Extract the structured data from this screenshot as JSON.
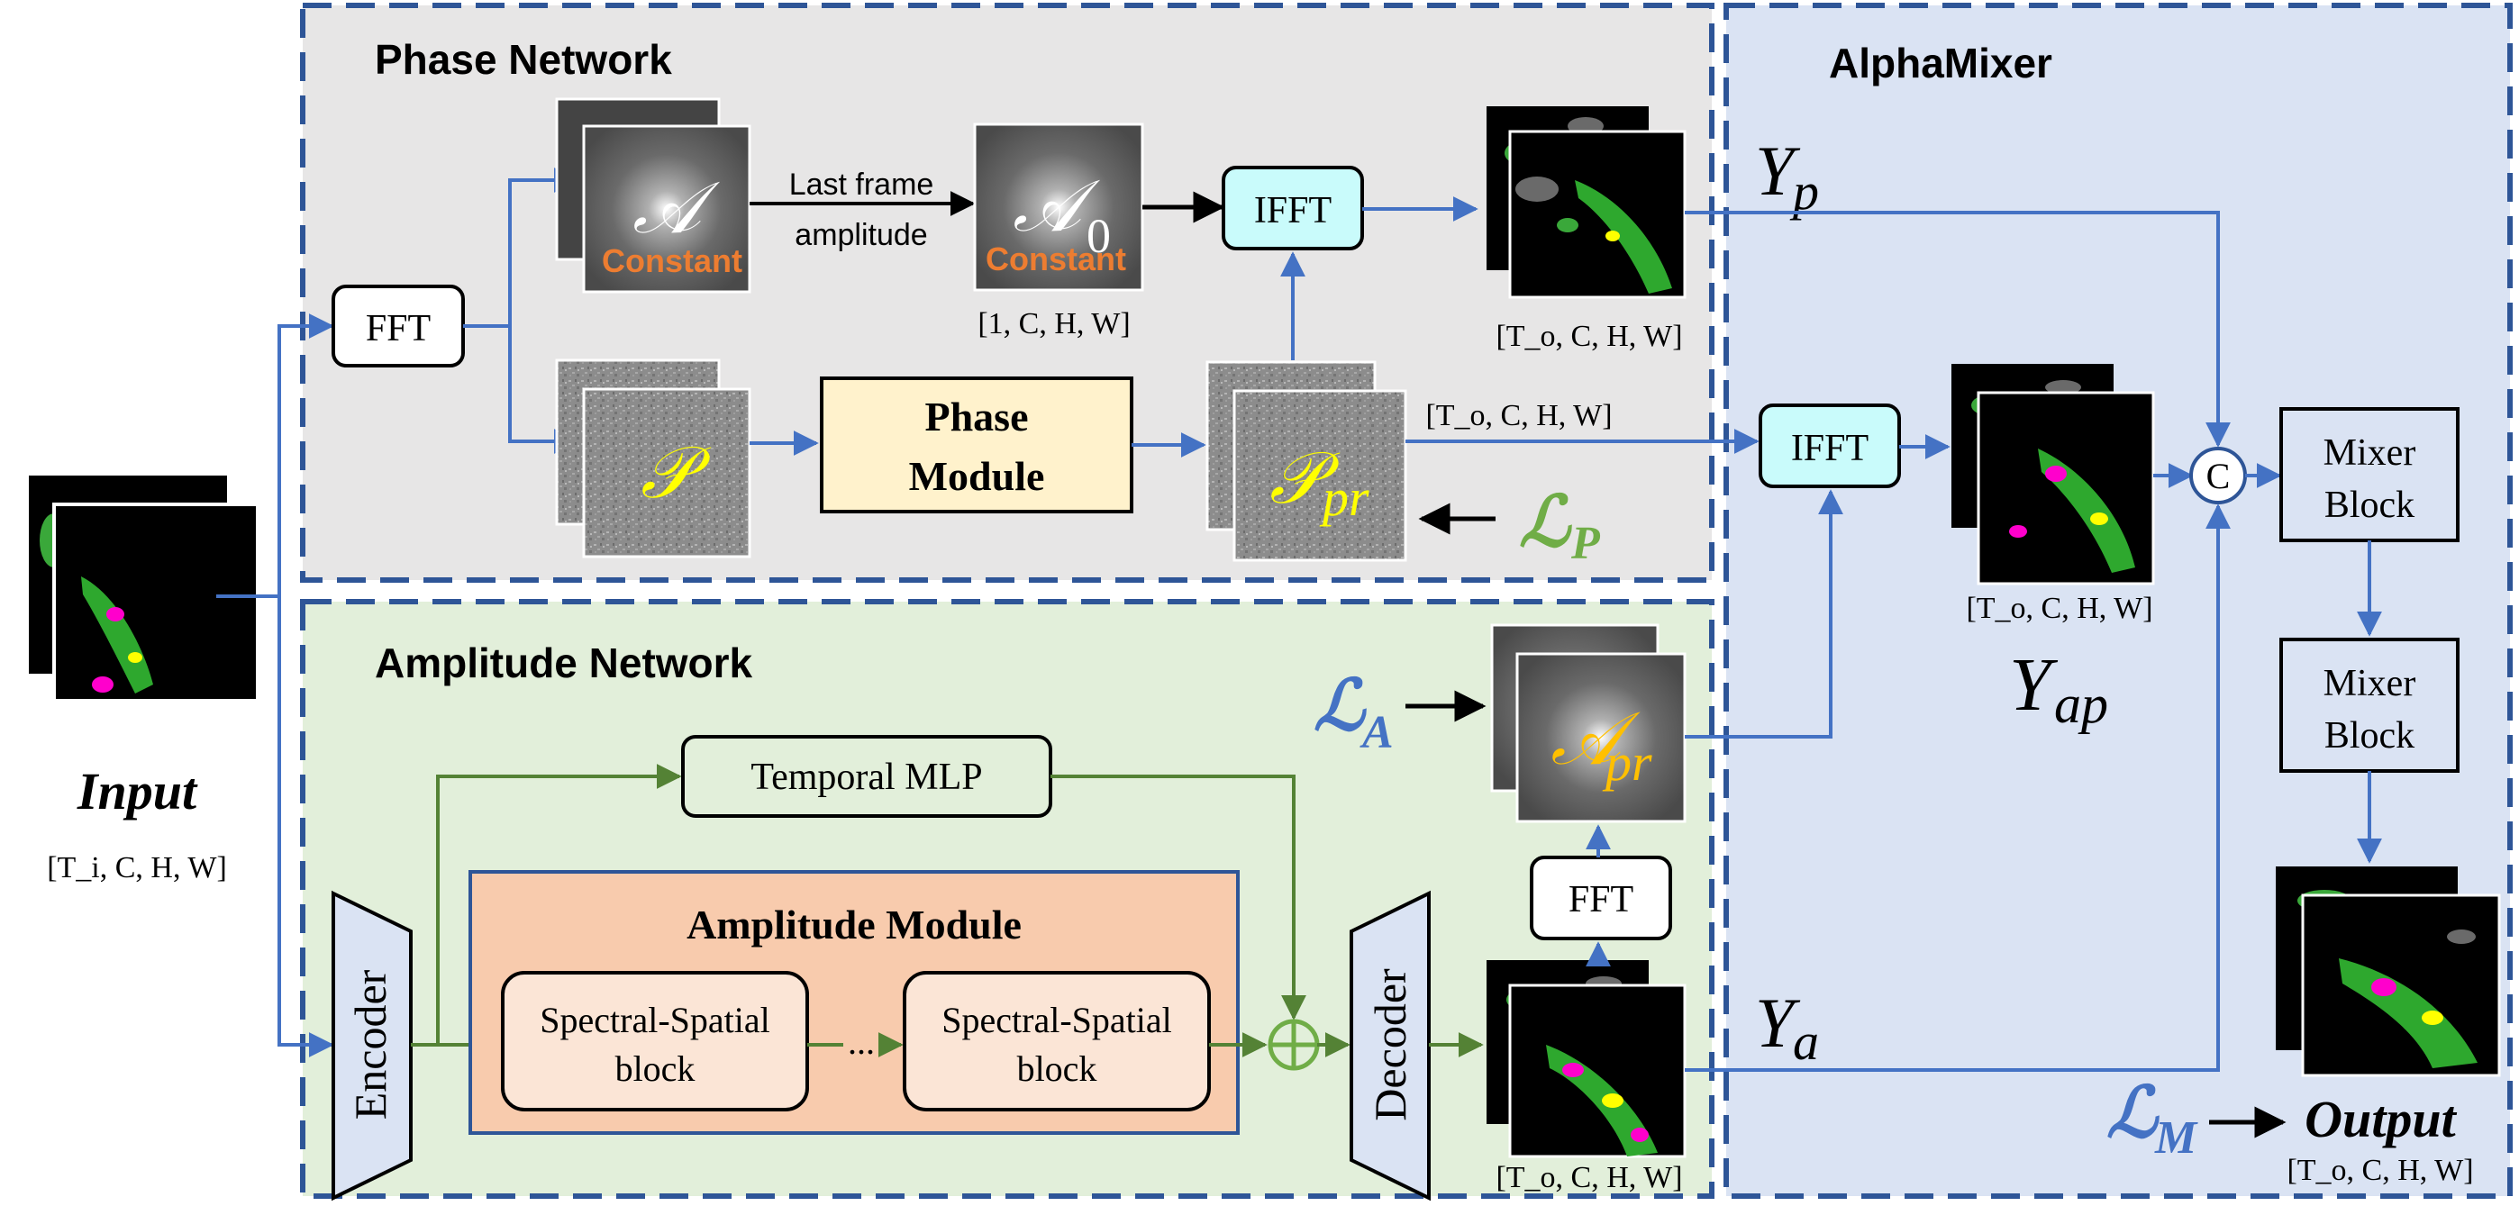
{
  "panels": {
    "phase_title": "Phase Network",
    "amplitude_title": "Amplitude Network",
    "alphamixer_title": "AlphaMixer"
  },
  "input": {
    "label": "Input",
    "shape": "[T_i, C, H, W]"
  },
  "output": {
    "label": "Output",
    "shape": "[T_o, C, H, W]"
  },
  "phase": {
    "fft": "FFT",
    "ifft": "IFFT",
    "module_line1": "Phase",
    "module_line2": "Module",
    "amp_symbol": "𝒜",
    "amp0_symbol": "𝒜",
    "amp0_sub": "0",
    "constant": "Constant",
    "constant2": "Constant",
    "last_frame_line1": "Last frame",
    "last_frame_line2": "amplitude",
    "amp0_shape": "[1, C, H, W]",
    "phase_symbol": "𝒫",
    "phase_pr_symbol": "𝒫",
    "phase_pr_sub": "pr",
    "phase_pr_shape": "[T_o, C, H, W]",
    "yp_shape": "[T_o, C, H, W]",
    "loss_p": "ℒ",
    "loss_p_sub": "P"
  },
  "amplitude": {
    "temporal_mlp": "Temporal MLP",
    "module_title": "Amplitude Module",
    "block1_line1": "Spectral-Spatial",
    "block1_line2": "block",
    "block2_line1": "Spectral-Spatial",
    "block2_line2": "block",
    "ellipsis": "...",
    "encoder": "Encoder",
    "decoder": "Decoder",
    "fft": "FFT",
    "amp_pr_symbol": "𝒜",
    "amp_pr_sub": "pr",
    "ya_shape": "[T_o, C, H, W]",
    "loss_a": "ℒ",
    "loss_a_sub": "A"
  },
  "mixer": {
    "ifft": "IFFT",
    "concat": "C",
    "block1_line1": "Mixer",
    "block1_line2": "Block",
    "block2_line1": "Mixer",
    "block2_line2": "Block",
    "yap_shape": "[T_o, C, H, W]",
    "loss_m": "ℒ",
    "loss_m_sub": "M"
  },
  "signals": {
    "yp": "Y",
    "yp_sub": "p",
    "yap": "Y",
    "yap_sub": "ap",
    "ya": "Y",
    "ya_sub": "a"
  },
  "colors": {
    "dash_blue": "#2e5597",
    "arrow_blue": "#4472c4",
    "arrow_green": "#548235",
    "phase_bg": "#e7e6e6",
    "amplitude_bg": "#e2efda",
    "alphamixer_bg": "#dae3f3",
    "ifft_fill": "#c9fbfb",
    "phase_module_fill": "#fff2cc",
    "amp_module_fill": "#f8cbad",
    "block_fill": "#fbe5d6",
    "constant_orange": "#ed7d31",
    "phase_yellow": "#ffff00",
    "amp_pr_yellow": "#ffc000",
    "loss_green": "#70ad47",
    "loss_blue": "#4472c4"
  }
}
